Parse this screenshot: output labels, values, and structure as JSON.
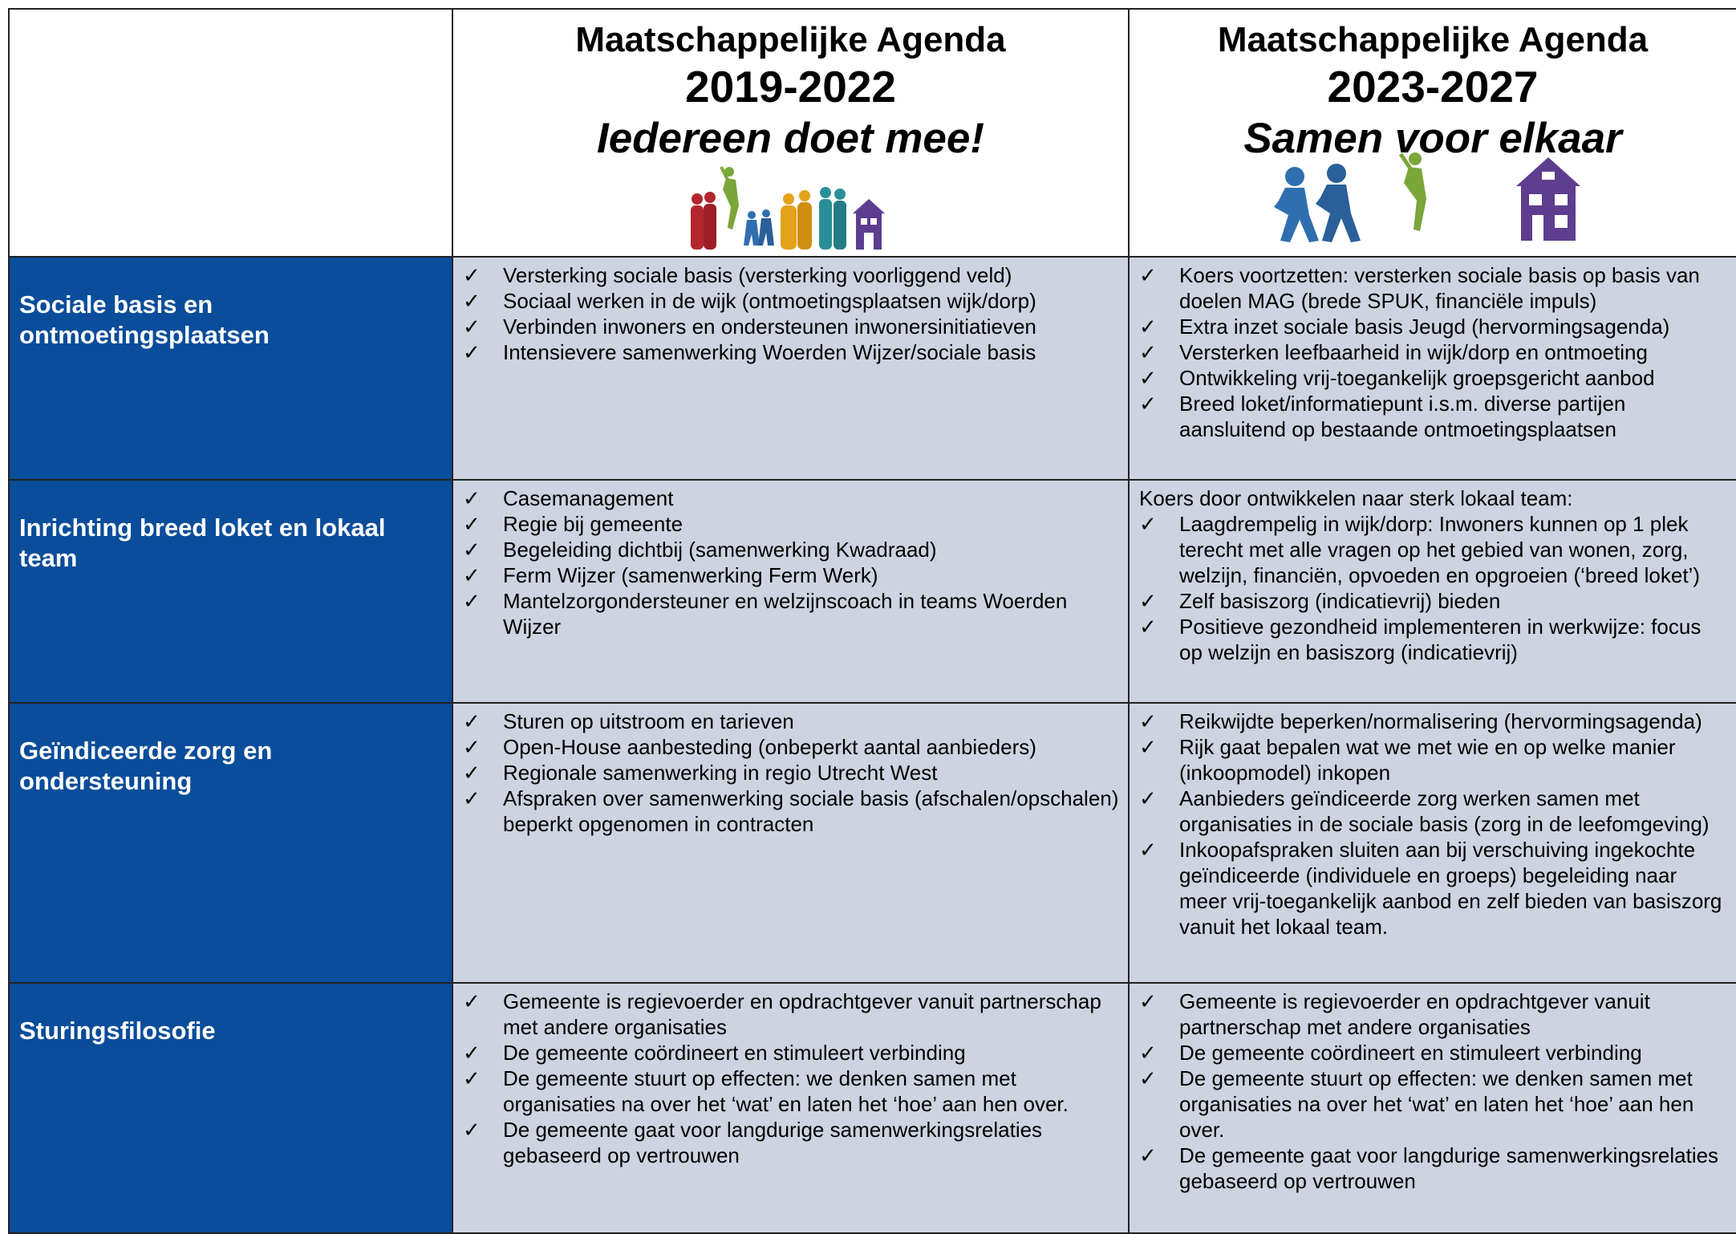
{
  "colors": {
    "label_bg": "#0a4d9a",
    "cell_bg": "#cdd3e0",
    "figure_red": "#b3262e",
    "figure_green": "#7aa63a",
    "figure_blue": "#2f6fb0",
    "figure_orange": "#e3a21a",
    "figure_teal": "#2a8f99",
    "figure_purple": "#5e3d8f"
  },
  "check_symbol": "✓",
  "header": {
    "col_a": {
      "title": "Maatschappelijke Agenda",
      "years": "2019-2022",
      "subtitle": "Iedereen doet mee!"
    },
    "col_b": {
      "title": "Maatschappelijke Agenda",
      "years": "2023-2027",
      "subtitle": "Samen voor elkaar"
    }
  },
  "rows": [
    {
      "label": "Sociale basis en ontmoetingsplaatsen",
      "col_a": {
        "intro": "",
        "items": [
          "Versterking sociale basis (versterking voorliggend veld)",
          "Sociaal werken in de wijk (ontmoetingsplaatsen wijk/dorp)",
          "Verbinden inwoners en ondersteunen inwonersinitiatieven",
          "Intensievere samenwerking Woerden Wijzer/sociale basis"
        ]
      },
      "col_b": {
        "intro": "",
        "items": [
          "Koers voortzetten: versterken sociale basis op basis van doelen MAG (brede SPUK, financiële impuls)",
          "Extra inzet sociale basis Jeugd (hervormingsagenda)",
          "Versterken leefbaarheid in wijk/dorp en ontmoeting",
          "Ontwikkeling vrij-toegankelijk groepsgericht aanbod",
          "Breed loket/informatiepunt i.s.m. diverse partijen aansluitend op bestaande ontmoetingsplaatsen"
        ]
      }
    },
    {
      "label": "Inrichting breed loket en lokaal team",
      "col_a": {
        "intro": "",
        "items": [
          "Casemanagement",
          "Regie bij gemeente",
          "Begeleiding dichtbij (samenwerking Kwadraad)",
          "Ferm Wijzer (samenwerking Ferm Werk)",
          "Mantelzorgondersteuner en welzijnscoach in teams Woerden Wijzer"
        ]
      },
      "col_b": {
        "intro": "Koers door ontwikkelen naar sterk lokaal team:",
        "items": [
          "Laagdrempelig in wijk/dorp: Inwoners kunnen op 1 plek terecht met alle vragen op het gebied van wonen, zorg, welzijn, financiën, opvoeden en opgroeien (‘breed loket’)",
          "Zelf basiszorg (indicatievrij) bieden",
          "Positieve gezondheid implementeren in werkwijze: focus op welzijn en basiszorg (indicatievrij)"
        ]
      }
    },
    {
      "label": "Geïndiceerde zorg en ondersteuning",
      "col_a": {
        "intro": "",
        "items": [
          "Sturen op uitstroom en tarieven",
          "Open-House aanbesteding (onbeperkt aantal aanbieders)",
          "Regionale samenwerking in regio Utrecht West",
          "Afspraken over samenwerking sociale basis (afschalen/opschalen) beperkt opgenomen in contracten"
        ]
      },
      "col_b": {
        "intro": "",
        "items": [
          "Reikwijdte beperken/normalisering (hervormingsagenda)",
          "Rijk gaat bepalen wat we met wie en op welke manier (inkoopmodel) inkopen",
          "Aanbieders geïndiceerde zorg werken samen met organisaties in de sociale basis (zorg in de leefomgeving)",
          "Inkoopafspraken sluiten aan bij verschuiving ingekochte geïndiceerde (individuele en groeps) begeleiding naar meer vrij-toegankelijk aanbod en zelf bieden van basiszorg vanuit het lokaal team."
        ]
      }
    },
    {
      "label": "Sturingsfilosofie",
      "col_a": {
        "intro": "",
        "items": [
          "Gemeente is regievoerder en opdrachtgever vanuit partnerschap met andere organisaties",
          "De gemeente coördineert en stimuleert verbinding",
          "De gemeente stuurt op effecten: we denken samen met organisaties na over het ‘wat’ en laten het ‘hoe’ aan hen over.",
          "De gemeente gaat voor langdurige samenwerkingsrelaties gebaseerd op vertrouwen"
        ]
      },
      "col_b": {
        "intro": "",
        "items": [
          "Gemeente is regievoerder en opdrachtgever vanuit partnerschap met andere organisaties",
          "De gemeente coördineert en stimuleert verbinding",
          "De gemeente stuurt op effecten: we denken samen met organisaties na over het ‘wat’ en laten het ‘hoe’ aan hen over.",
          "De gemeente gaat voor langdurige samenwerkingsrelaties gebaseerd op vertrouwen"
        ]
      }
    }
  ]
}
